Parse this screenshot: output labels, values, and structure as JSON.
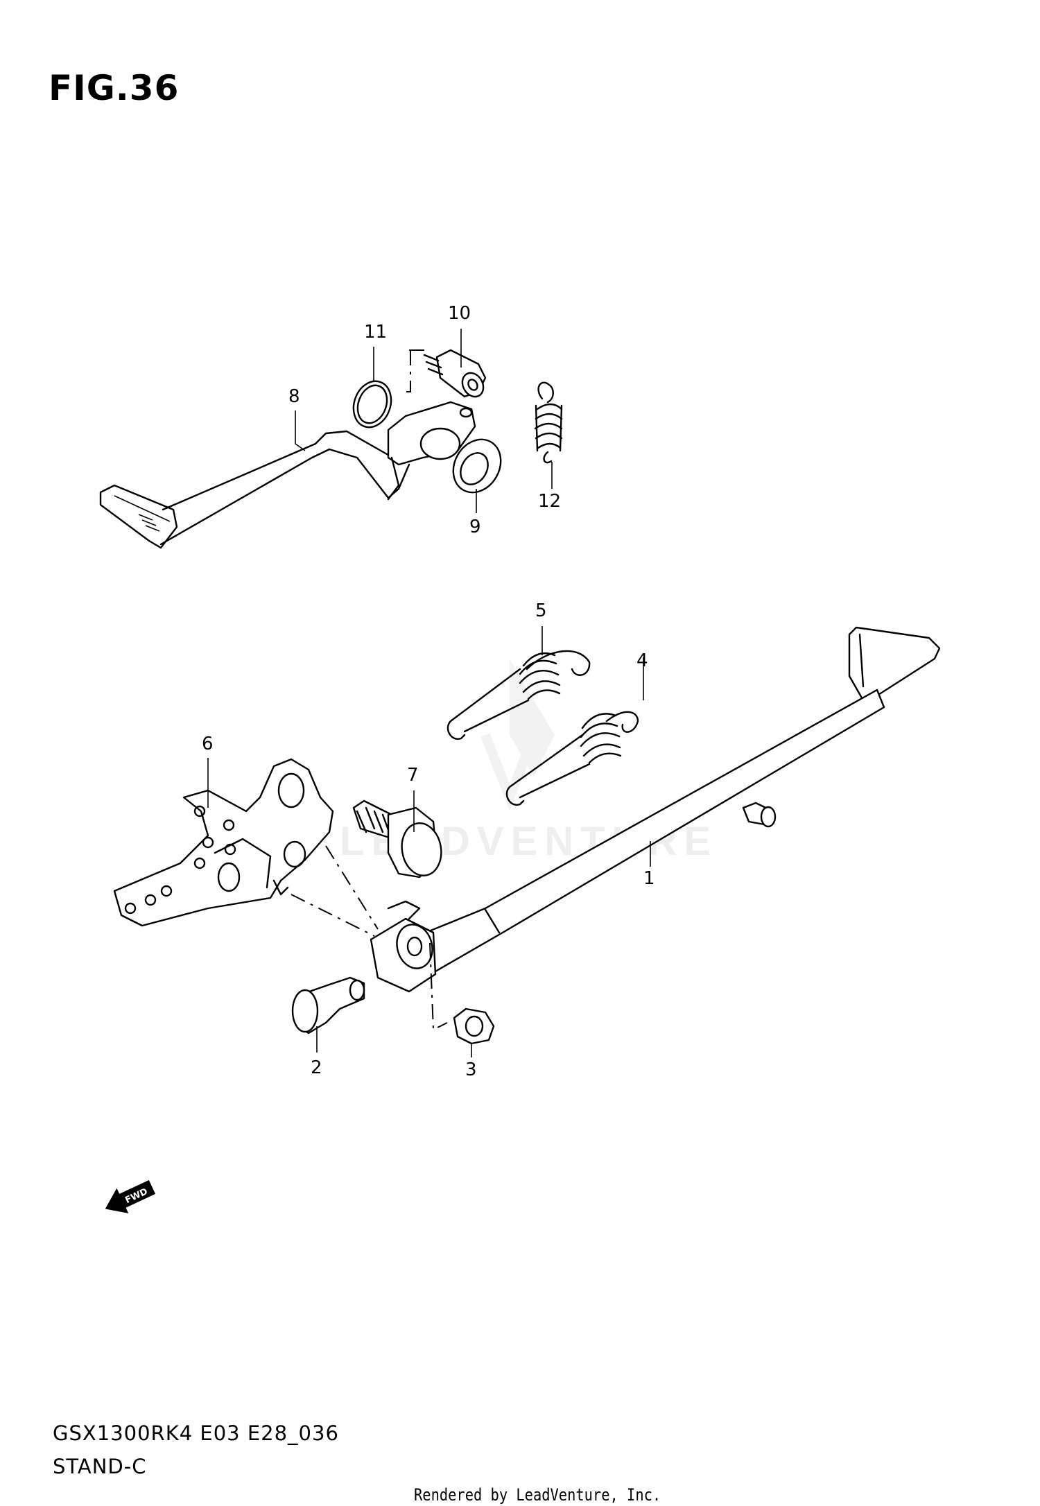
{
  "figure": {
    "title": "FIG.36"
  },
  "callouts": [
    {
      "id": "1",
      "label": "1"
    },
    {
      "id": "2",
      "label": "2"
    },
    {
      "id": "3",
      "label": "3"
    },
    {
      "id": "4",
      "label": "4"
    },
    {
      "id": "5",
      "label": "5"
    },
    {
      "id": "6",
      "label": "6"
    },
    {
      "id": "7",
      "label": "7"
    },
    {
      "id": "8",
      "label": "8"
    },
    {
      "id": "9",
      "label": "9"
    },
    {
      "id": "10",
      "label": "10"
    },
    {
      "id": "11",
      "label": "11"
    },
    {
      "id": "12",
      "label": "12"
    }
  ],
  "forward_arrow": {
    "label": "FWD",
    "icon": "forward-direction-arrow-icon"
  },
  "watermark": {
    "text": "LEADVENTURE",
    "icon": "leadventure-logo-watermark"
  },
  "footer": {
    "model_code": "GSX1300RK4 E03 E28_036",
    "section_name": "STAND-C",
    "render_credit": "Rendered by LeadVenture, Inc."
  }
}
